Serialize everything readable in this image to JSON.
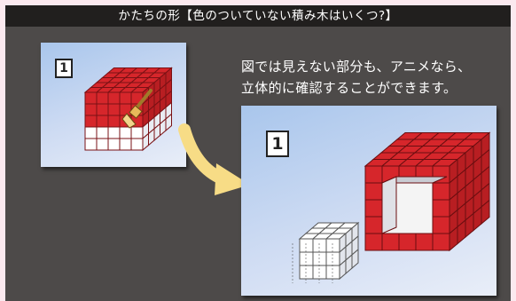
{
  "header": {
    "title": "かたちの形【色のついていない積み木はいくつ?】"
  },
  "caption": {
    "line1": "図では見えない部分も、アニメなら、",
    "line2": "立体的に確認することができます。"
  },
  "panels": {
    "small": {
      "step_label": "1"
    },
    "large": {
      "step_label": "1"
    }
  },
  "colors": {
    "accent_red": "#d6262b",
    "arrow_yellow": "#f7dc86",
    "background_dark": "#4d4a49",
    "title_bar": "#211f1e",
    "page_border": "#fbe9ef"
  },
  "icons": {
    "brush": "paintbrush-icon",
    "arrow": "curved-arrow-icon"
  }
}
